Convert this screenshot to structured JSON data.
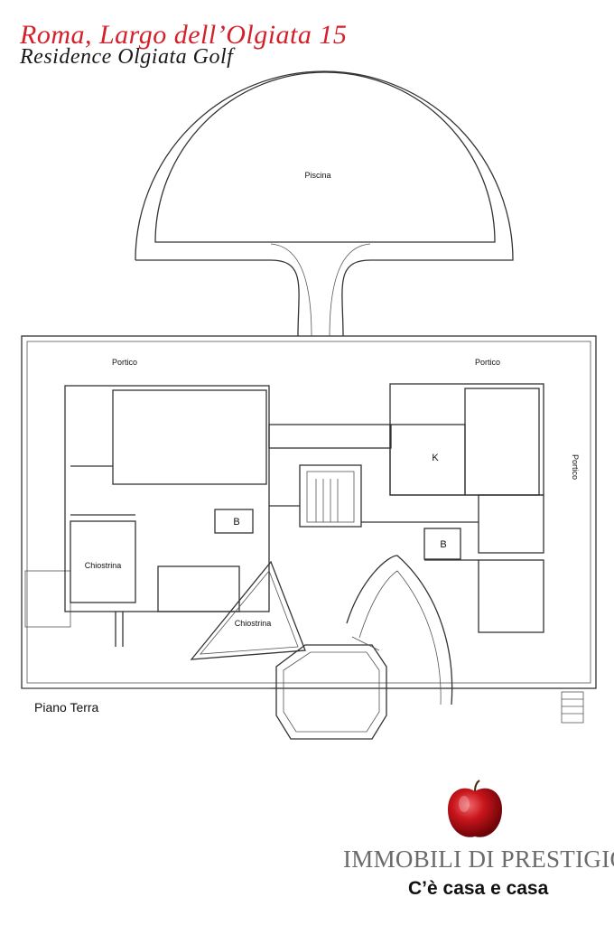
{
  "header": {
    "address": "Roma, Largo dell’Olgiata 15",
    "residence": "Residence Olgiata Golf"
  },
  "plan": {
    "name": "Piano Terra",
    "rooms": {
      "piscina": "Piscina",
      "portico_left": "Portico",
      "portico_right": "Portico",
      "portico_side": "Portico",
      "kitchen": "K",
      "bath_left": "B",
      "bath_right": "B",
      "chiostrina_left": "Chiostrina",
      "chiostrina_center": "Chiostrina"
    }
  },
  "brand": {
    "logo_icon": "apple-icon",
    "logo_color": "#c8151b",
    "name": "IMMOBILI DI PRESTIGIO",
    "tagline": "C’è casa e casa"
  }
}
